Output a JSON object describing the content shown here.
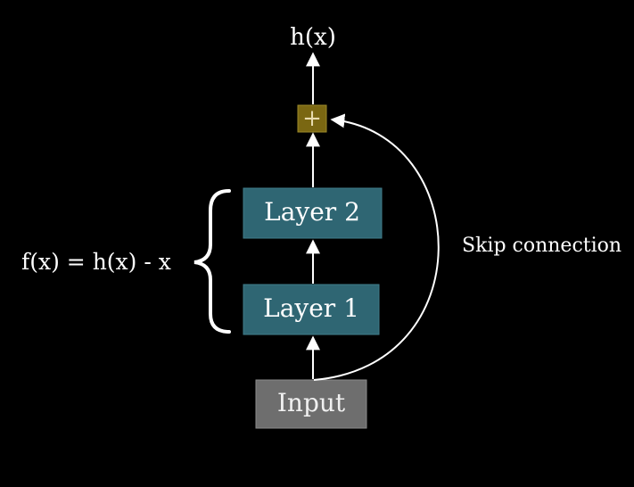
{
  "diagram": {
    "output_label": "h(x)",
    "add_symbol": "+",
    "layer2_label": "Layer 2",
    "layer1_label": "Layer 1",
    "input_label": "Input",
    "function_label": "f(x) = h(x) - x",
    "skip_label": "Skip connection"
  },
  "colors": {
    "background": "#000000",
    "layer_fill": "#2f6673",
    "input_fill": "#6e6e6e",
    "add_fill": "#7a6712",
    "line": "#ffffff"
  }
}
